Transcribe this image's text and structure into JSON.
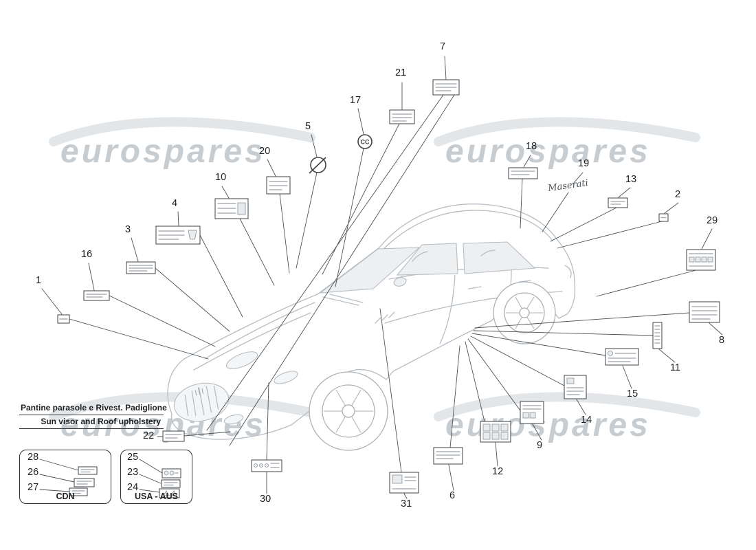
{
  "watermark": {
    "text": "eurospares"
  },
  "text_block": {
    "line1": "Pantine parasole e Rivest. Padiglione",
    "line2": "Sun visor and Roof upholstery"
  },
  "groups": {
    "cdn": {
      "label": "CDN"
    },
    "usa_aus": {
      "label": "USA - AUS"
    }
  },
  "badges": {
    "c17_mark": "CC",
    "c19_script": "Maserati"
  },
  "colors": {
    "background": "#ffffff",
    "leader_line": "#4d5154",
    "car_line": "#b6bdc3",
    "watermark": "#c7ccd1"
  },
  "callouts": {
    "c1": {
      "label": "1"
    },
    "c2": {
      "label": "2"
    },
    "c3": {
      "label": "3"
    },
    "c4": {
      "label": "4"
    },
    "c5": {
      "label": "5"
    },
    "c6": {
      "label": "6"
    },
    "c7": {
      "label": "7"
    },
    "c8": {
      "label": "8"
    },
    "c9": {
      "label": "9"
    },
    "c10": {
      "label": "10"
    },
    "c11": {
      "label": "11"
    },
    "c12": {
      "label": "12"
    },
    "c13": {
      "label": "13"
    },
    "c14": {
      "label": "14"
    },
    "c15": {
      "label": "15"
    },
    "c16": {
      "label": "16"
    },
    "c17": {
      "label": "17"
    },
    "c18": {
      "label": "18"
    },
    "c19": {
      "label": "19"
    },
    "c20": {
      "label": "20"
    },
    "c21": {
      "label": "21"
    },
    "c22": {
      "label": "22"
    },
    "c23": {
      "label": "23"
    },
    "c24": {
      "label": "24"
    },
    "c25": {
      "label": "25"
    },
    "c26": {
      "label": "26"
    },
    "c27": {
      "label": "27"
    },
    "c28": {
      "label": "28"
    },
    "c29": {
      "label": "29"
    },
    "c30": {
      "label": "30"
    },
    "c31": {
      "label": "31"
    }
  }
}
